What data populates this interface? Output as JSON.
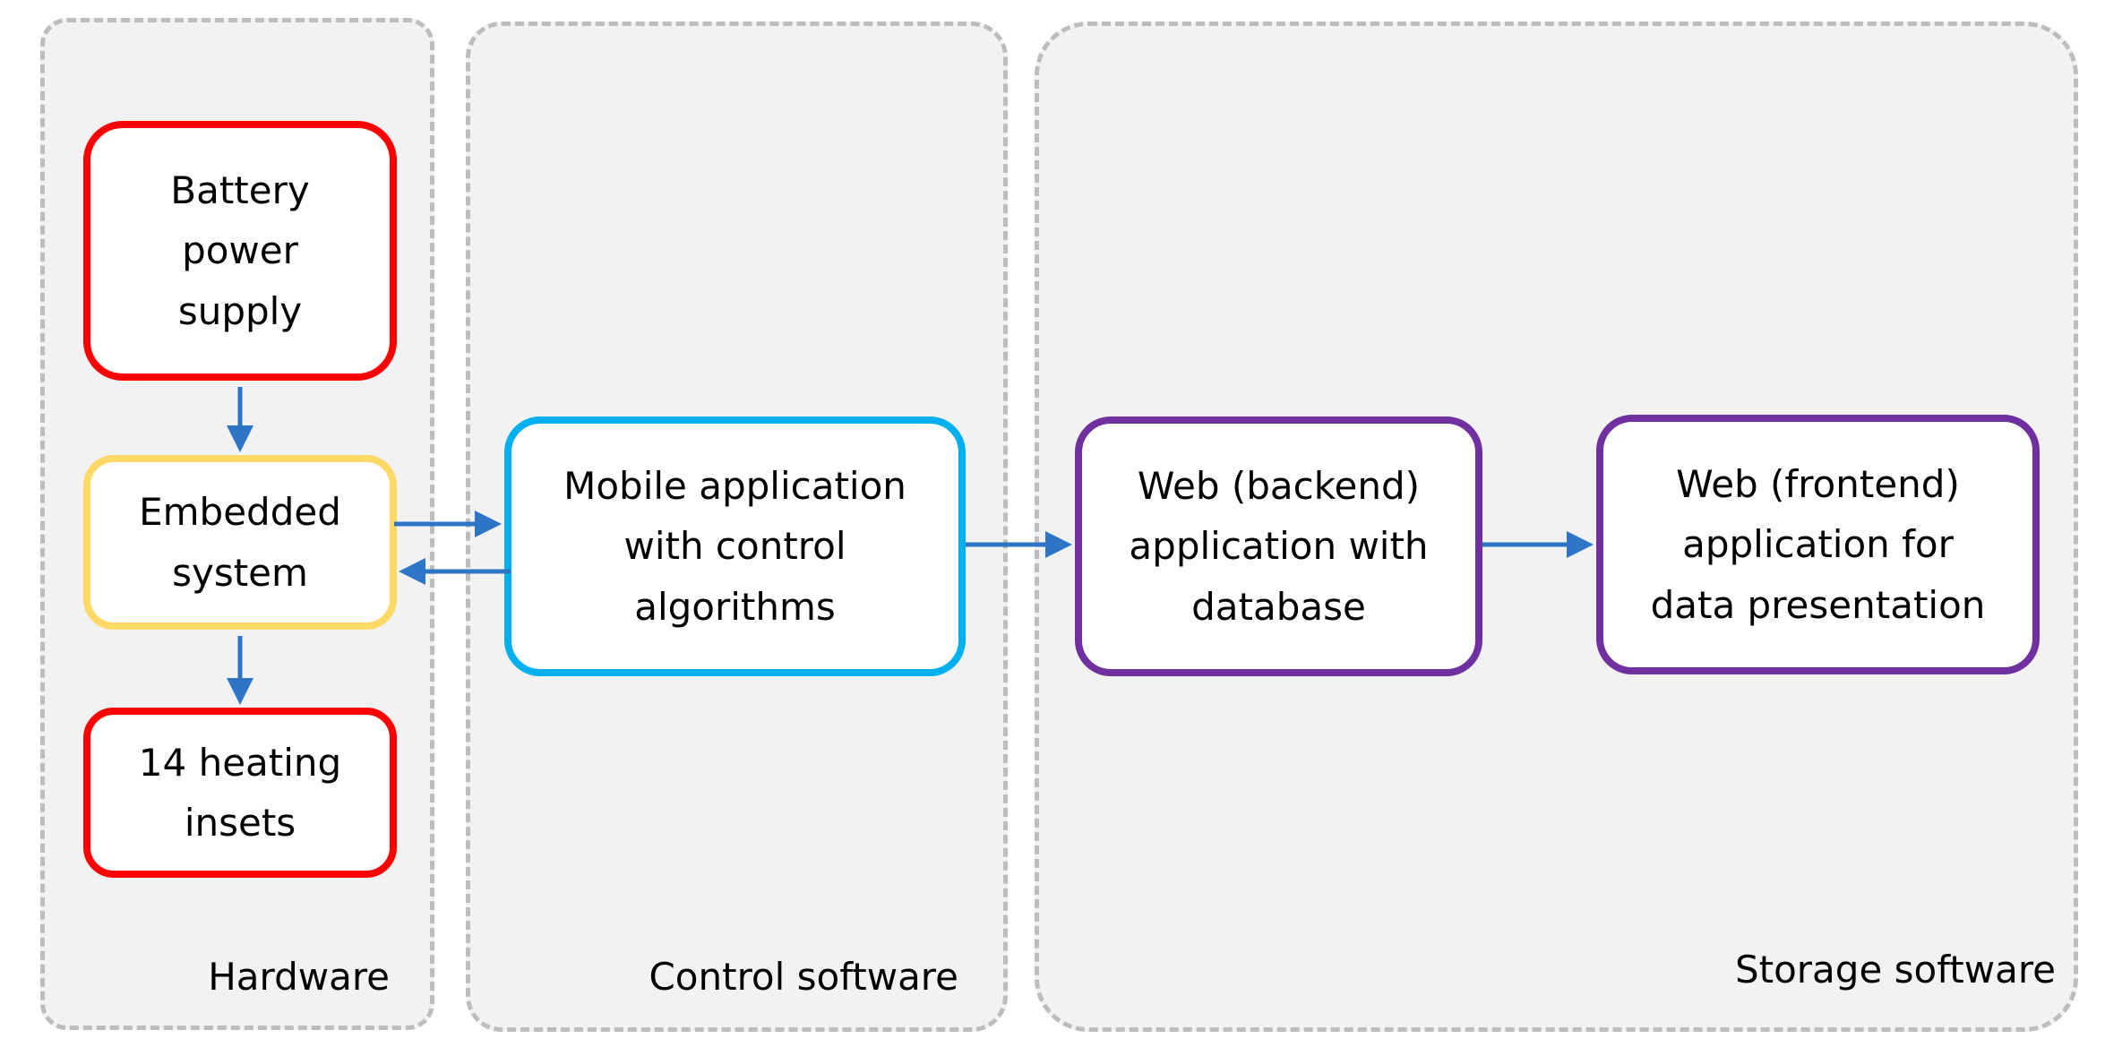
{
  "groups": {
    "hardware": "Hardware",
    "control": "Control software",
    "storage": "Storage software"
  },
  "boxes": {
    "battery": [
      "Battery",
      "power",
      "supply"
    ],
    "embedded": [
      "Embedded",
      "system"
    ],
    "heating": [
      "14 heating",
      "insets"
    ],
    "mobile": [
      "Mobile application",
      "with control",
      "algorithms"
    ],
    "backend": [
      "Web (backend)",
      "application with",
      "database"
    ],
    "frontend": [
      "Web (frontend)",
      "application for",
      "data presentation"
    ]
  },
  "colors": {
    "hardware_border": "#ff0000",
    "embedded_border": "#ffd966",
    "mobile_border": "#00b0f0",
    "web_border": "#7030a0",
    "arrow": "#2e75c8",
    "group_fill": "#f2f2f2",
    "group_border": "#bdbdbd"
  }
}
